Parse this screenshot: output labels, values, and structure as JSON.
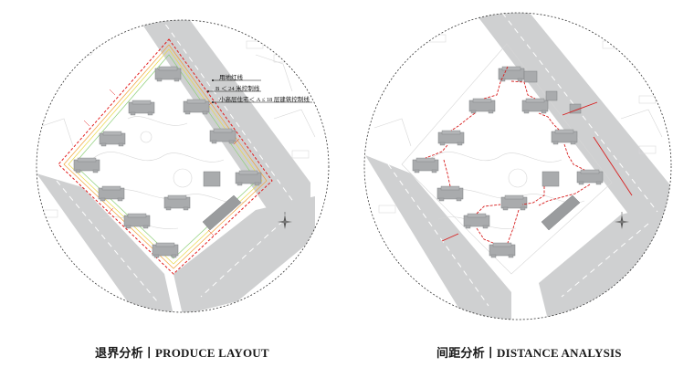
{
  "colors": {
    "background": "#ffffff",
    "road": "#cfd0d1",
    "road_marking": "#ffffff",
    "building": "#a9abad",
    "building_edge": "#7e8082",
    "site_redline": "#e31b1b",
    "setback_orange": "#f2a23a",
    "setback_yellow": "#e9d94a",
    "setback_green": "#8fcf7a",
    "distance_line": "#d81e1e",
    "circle_outline": "#333333",
    "landscape_line": "#d6d6d6"
  },
  "icons": {
    "north_arrow_left": "compass-rose-icon",
    "north_arrow_right": "compass-rose-icon"
  },
  "legend": {
    "items": [
      {
        "label": "用地红线",
        "color": "#e31b1b"
      },
      {
        "label": "B ＜ 24 米控制线",
        "color": "#e9d94a"
      },
      {
        "label": "小高层住宅＜ A ≤ 18 层建筑控制线",
        "color": "#8fcf7a"
      }
    ]
  },
  "panels": {
    "left": {
      "caption": "退界分析丨PRODUCE LAYOUT"
    },
    "right": {
      "caption": "间距分析丨DISTANCE ANALYSIS"
    }
  }
}
